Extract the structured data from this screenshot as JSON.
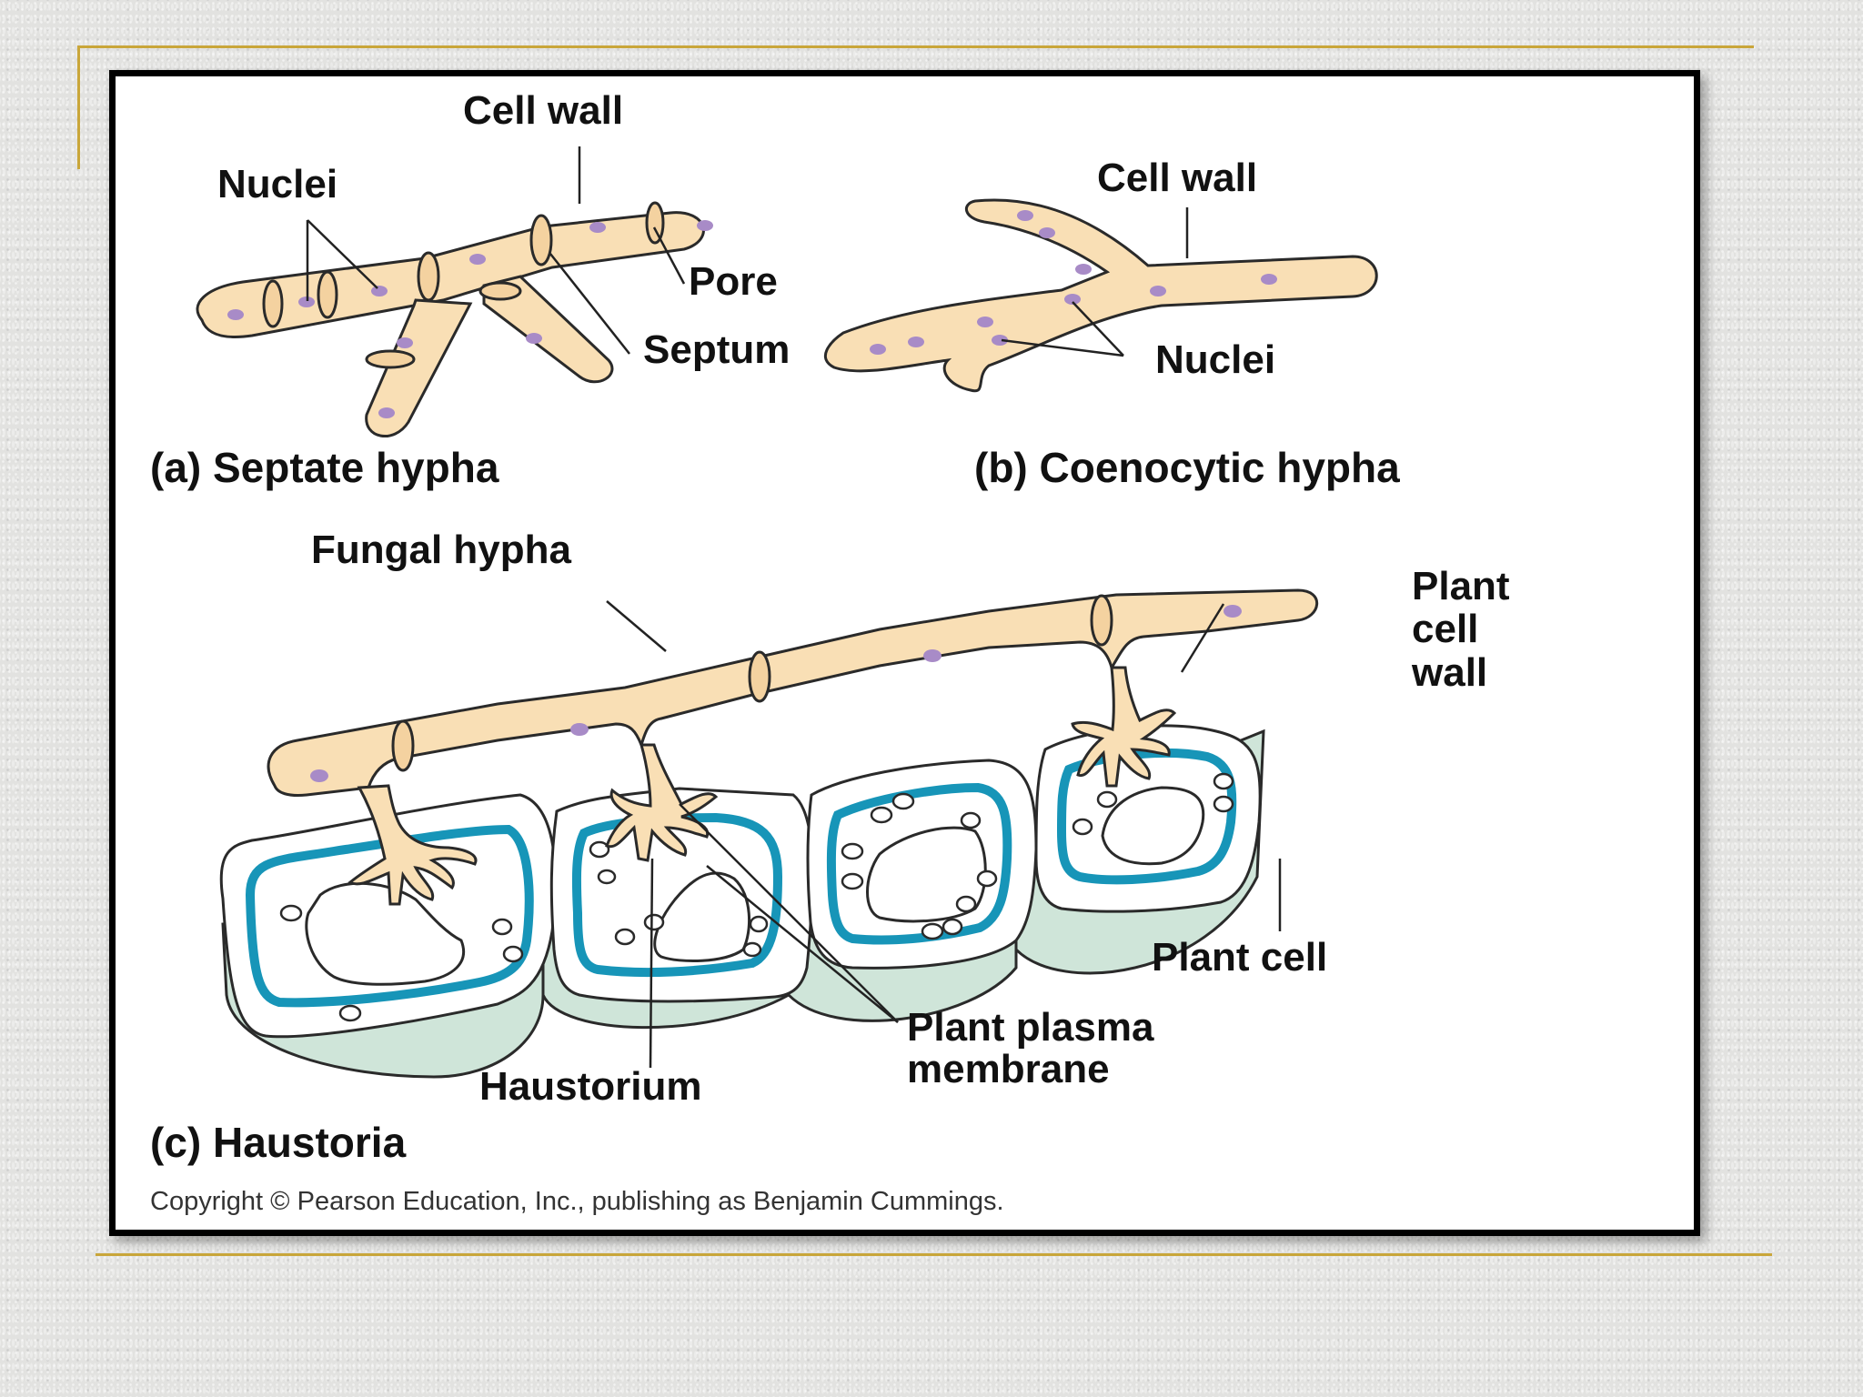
{
  "panel_a": {
    "label_cell_wall": "Cell wall",
    "label_nuclei": "Nuclei",
    "label_pore": "Pore",
    "label_septum": "Septum",
    "caption": "(a) Septate hypha"
  },
  "panel_b": {
    "label_cell_wall": "Cell wall",
    "label_nuclei": "Nuclei",
    "caption": "(b) Coenocytic hypha"
  },
  "panel_c": {
    "label_fungal_hypha": "Fungal hypha",
    "label_plant_cell_wall": [
      "Plant",
      "cell",
      "wall"
    ],
    "label_plant_cell": "Plant cell",
    "label_plant_plasma_membrane": [
      "Plant plasma",
      "membrane"
    ],
    "label_haustorium": "Haustorium",
    "caption": "(c) Haustoria"
  },
  "copyright": "Copyright © Pearson Education, Inc., publishing as Benjamin Cummings.",
  "colors": {
    "hypha_fill": "#f9dfb5",
    "nucleus": "#a88bc7",
    "plasma_membrane": "#1795b8",
    "plant_cell_base": "#cfe5d9",
    "slide_rule": "#c9a63a"
  }
}
